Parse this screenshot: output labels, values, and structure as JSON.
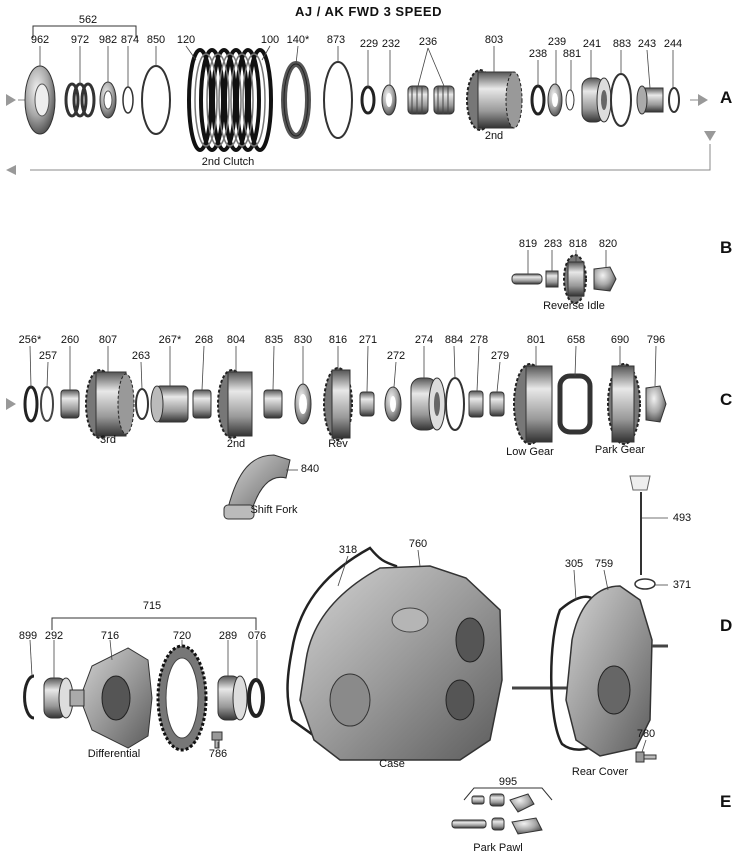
{
  "title": "AJ / AK  FWD 3 SPEED",
  "rows": [
    "A",
    "B",
    "C",
    "D",
    "E"
  ],
  "parts": [
    {
      "id": "562",
      "row": "A"
    },
    {
      "id": "962",
      "row": "A"
    },
    {
      "id": "972",
      "row": "A"
    },
    {
      "id": "982",
      "row": "A"
    },
    {
      "id": "874",
      "row": "A"
    },
    {
      "id": "850",
      "row": "A"
    },
    {
      "id": "120",
      "row": "A"
    },
    {
      "id": "100",
      "row": "A"
    },
    {
      "id": "140*",
      "row": "A"
    },
    {
      "id": "873",
      "row": "A"
    },
    {
      "id": "229",
      "row": "A"
    },
    {
      "id": "232",
      "row": "A"
    },
    {
      "id": "236",
      "row": "A"
    },
    {
      "id": "803",
      "row": "A"
    },
    {
      "id": "238",
      "row": "A"
    },
    {
      "id": "239",
      "row": "A"
    },
    {
      "id": "881",
      "row": "A"
    },
    {
      "id": "241",
      "row": "A"
    },
    {
      "id": "883",
      "row": "A"
    },
    {
      "id": "243",
      "row": "A"
    },
    {
      "id": "244",
      "row": "A"
    },
    {
      "id": "819",
      "row": "B"
    },
    {
      "id": "283",
      "row": "B"
    },
    {
      "id": "818",
      "row": "B"
    },
    {
      "id": "820",
      "row": "B"
    },
    {
      "id": "256*",
      "row": "C"
    },
    {
      "id": "257",
      "row": "C"
    },
    {
      "id": "260",
      "row": "C"
    },
    {
      "id": "807",
      "row": "C"
    },
    {
      "id": "263",
      "row": "C"
    },
    {
      "id": "267*",
      "row": "C"
    },
    {
      "id": "268",
      "row": "C"
    },
    {
      "id": "804",
      "row": "C"
    },
    {
      "id": "835",
      "row": "C"
    },
    {
      "id": "830",
      "row": "C"
    },
    {
      "id": "816",
      "row": "C"
    },
    {
      "id": "271",
      "row": "C"
    },
    {
      "id": "272",
      "row": "C"
    },
    {
      "id": "274",
      "row": "C"
    },
    {
      "id": "884",
      "row": "C"
    },
    {
      "id": "278",
      "row": "C"
    },
    {
      "id": "279",
      "row": "C"
    },
    {
      "id": "801",
      "row": "C"
    },
    {
      "id": "658",
      "row": "C"
    },
    {
      "id": "690",
      "row": "C"
    },
    {
      "id": "796",
      "row": "C"
    },
    {
      "id": "840",
      "row": "C"
    },
    {
      "id": "493",
      "row": "C"
    },
    {
      "id": "371",
      "row": "C"
    },
    {
      "id": "318",
      "row": "D"
    },
    {
      "id": "760",
      "row": "D"
    },
    {
      "id": "305",
      "row": "D"
    },
    {
      "id": "759",
      "row": "D"
    },
    {
      "id": "715",
      "row": "D"
    },
    {
      "id": "899",
      "row": "D"
    },
    {
      "id": "292",
      "row": "D"
    },
    {
      "id": "716",
      "row": "D"
    },
    {
      "id": "720",
      "row": "D"
    },
    {
      "id": "289",
      "row": "D"
    },
    {
      "id": "076",
      "row": "D"
    },
    {
      "id": "786",
      "row": "D"
    },
    {
      "id": "780",
      "row": "D"
    },
    {
      "id": "995",
      "row": "E"
    }
  ],
  "captions": {
    "second_clutch": "2nd Clutch",
    "second_a": "2nd",
    "reverse_idle": "Reverse Idle",
    "third": "3rd",
    "second_c": "2nd",
    "rev": "Rev",
    "low_gear": "Low  Gear",
    "park_gear": "Park Gear",
    "shift_fork": "Shift Fork",
    "differential": "Differential",
    "case": "Case",
    "rear_cover": "Rear Cover",
    "park_pawl": "Park Pawl"
  }
}
